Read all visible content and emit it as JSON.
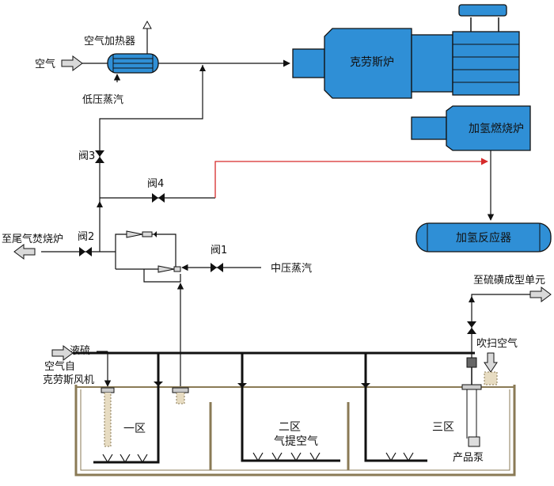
{
  "labels": {
    "air": "空气",
    "air_heater": "空气加热器",
    "low_pressure_steam": "低压蒸汽",
    "claus_furnace": "克劳斯炉",
    "hydrogenation_burner": "加氢燃烧炉",
    "hydrogenation_reactor": "加氢反应器",
    "valve1": "阀1",
    "valve2": "阀2",
    "valve3": "阀3",
    "valve4": "阀4",
    "to_tail_gas_incinerator": "至尾气焚烧炉",
    "medium_pressure_steam": "中压蒸汽",
    "to_sulfur_forming_unit": "至硫磺成型单元",
    "purge_air": "吹扫空气",
    "liquid_sulfur": "液硫",
    "air_from_claus_blower_line1": "空气自",
    "air_from_claus_blower_line2": "克劳斯风机",
    "zone1": "一区",
    "zone2": "二区",
    "gas_stripping_air": "气提空气",
    "zone3": "三区",
    "product_pump": "产品泵"
  },
  "colors": {
    "equipment_fill": "#2f8fd6",
    "equipment_stroke": "#111111",
    "line": "#111111",
    "hot_line": "#d62b2b",
    "pit_wall": "#8a7a55",
    "arrow_fill": "#d9d9d9"
  }
}
